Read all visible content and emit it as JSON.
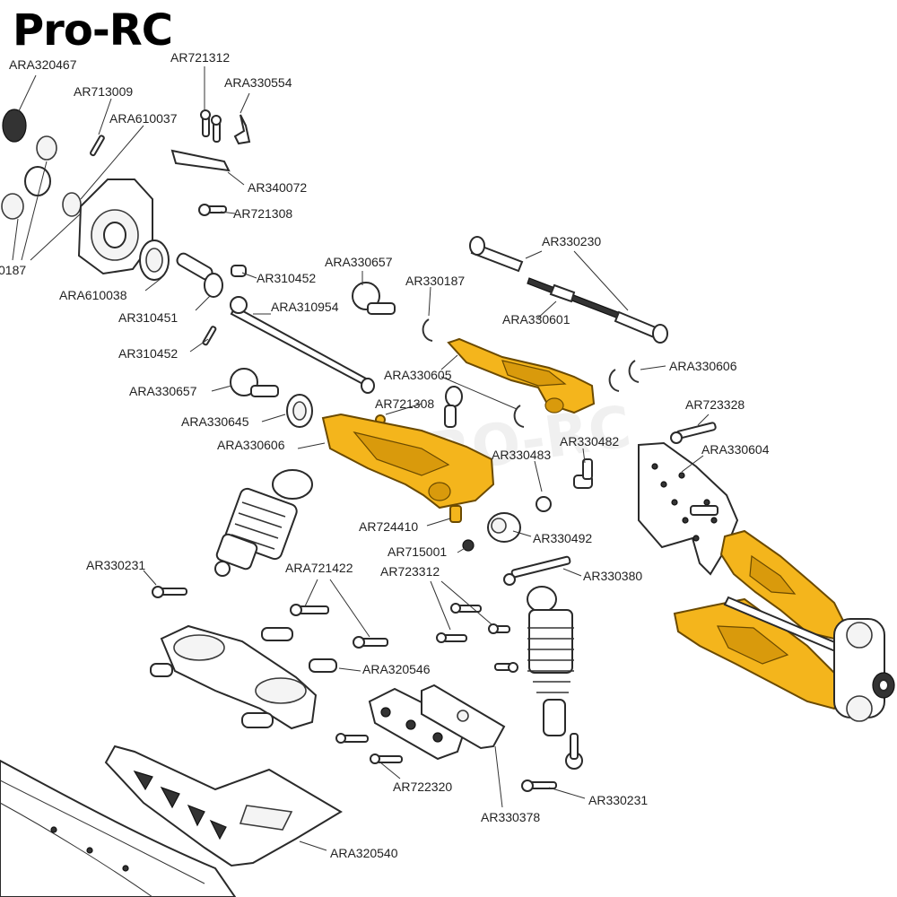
{
  "brand": "Pro-RC",
  "watermark": "PRO-RC",
  "colors": {
    "highlight": "#f4b51c",
    "outline": "#2a2a2a",
    "background": "#ffffff"
  },
  "part_labels": [
    "ARA320467",
    "AR721312",
    "AR713009",
    "ARA330554",
    "ARA610037",
    "AR340072",
    "AR721308",
    "0187",
    "ARA610038",
    "AR310452",
    "ARA330657",
    "AR310451",
    "ARA310954",
    "AR330187",
    "AR330230",
    "ARA330601",
    "AR310452",
    "ARA330605",
    "ARA330606",
    "ARA330657",
    "AR721308",
    "ARA330645",
    "ARA330606",
    "AR330482",
    "AR330483",
    "AR723328",
    "ARA330604",
    "AR724410",
    "AR330492",
    "AR715001",
    "AR330231",
    "ARA721422",
    "AR723312",
    "AR330380",
    "ARA320546",
    "AR722320",
    "AR330378",
    "AR330231",
    "ARA320540"
  ]
}
